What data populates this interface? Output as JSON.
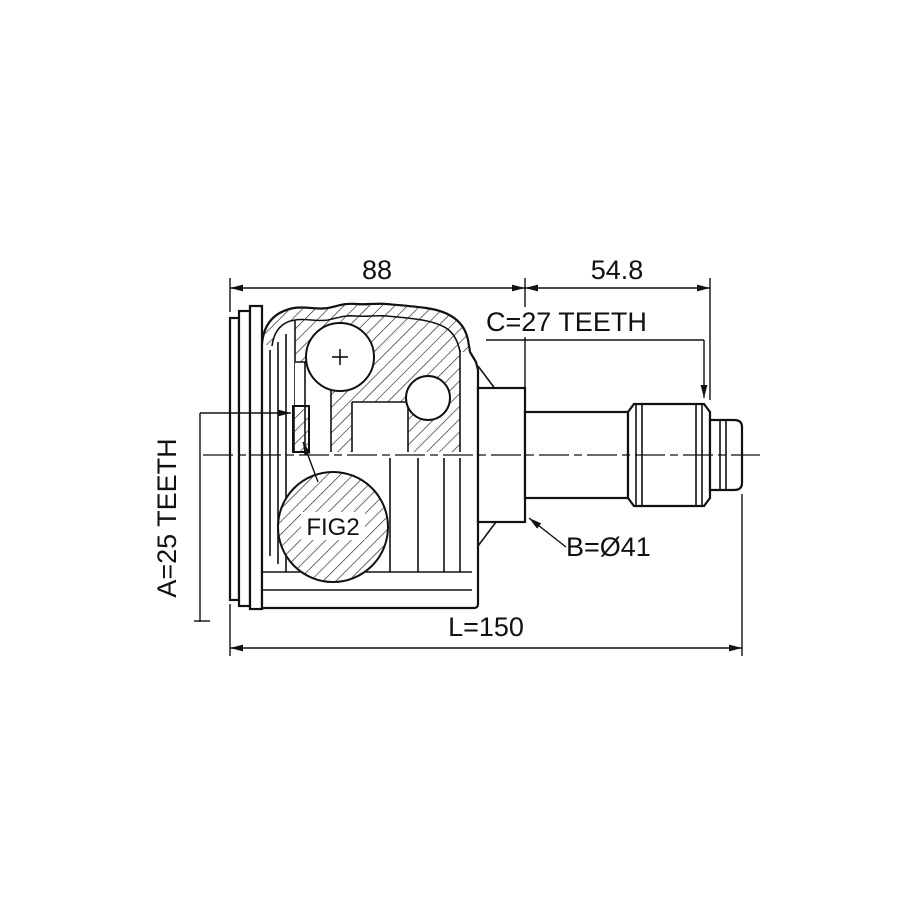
{
  "page": {
    "background": "#ffffff",
    "line_color": "#111111",
    "kind": "technical-drawing"
  },
  "diagram": {
    "dimensions": {
      "housing_width": "88",
      "spline_length": "54.8",
      "overall_length": "L=150"
    },
    "labels": {
      "spline_c": "C=27 TEETH",
      "spline_a": "A=25 TEETH",
      "diameter_b": "B=Ø41",
      "figure": "FIG2"
    }
  }
}
